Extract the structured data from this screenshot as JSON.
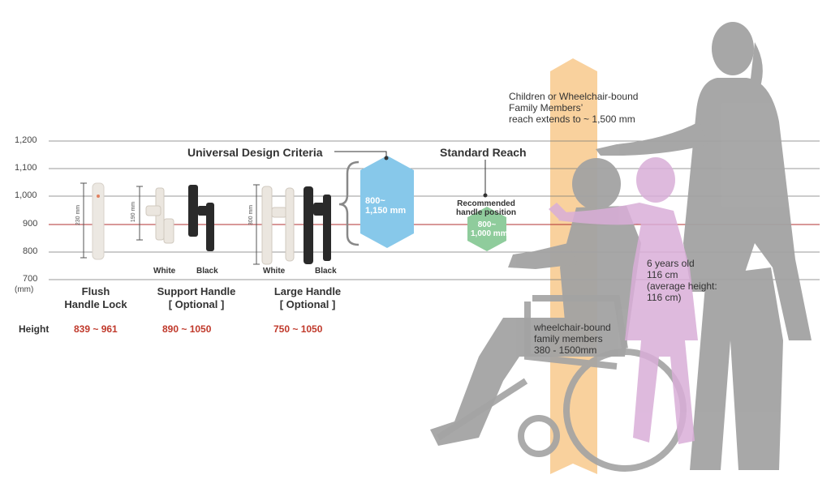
{
  "axis": {
    "ticks": [
      "1,200",
      "1,100",
      "1,000",
      "900",
      "800",
      "700"
    ],
    "unit": "(mm)"
  },
  "titles": {
    "universal": "Universal Design Criteria",
    "standard": "Standard Reach"
  },
  "handles": {
    "flush": {
      "name_line1": "Flush",
      "name_line2": "Handle Lock",
      "dim": "230 mm",
      "range": "839 ~ 961"
    },
    "support": {
      "name_line1": "Support Handle",
      "name_line2": "[ Optional ]",
      "dim": "190 mm",
      "white": "White",
      "black": "Black",
      "range": "890 ~ 1050"
    },
    "large": {
      "name_line1": "Large Handle",
      "name_line2": "[ Optional ]",
      "dim": "300 mm",
      "white": "White",
      "black": "Black",
      "range": "750 ~ 1050"
    }
  },
  "height_label": "Height",
  "universal_hex": {
    "line1": "800~",
    "line2": "1,150 mm"
  },
  "recommended": {
    "label1": "Recommended",
    "label2": "handle position",
    "line1": "800~",
    "line2": "1,000 mm"
  },
  "notes": {
    "children_1": "Children or Wheelchair-bound",
    "children_2": "Family Members’",
    "children_3": "reach extends to ~ 1,500 mm",
    "child_1": "6 years old",
    "child_2": "116 cm",
    "child_3": "(average height:",
    "child_4": "116 cm)",
    "wheel_1": "wheelchair-bound",
    "wheel_2": "family members",
    "wheel_3": "380 - 1500mm"
  },
  "colors": {
    "gridline": "#777777",
    "redline": "#b03030",
    "blue_hex": "#87c8ea",
    "green_hex": "#8fcc9c",
    "orange_band": "#f8c98c",
    "silhouette": "#a3a3a3",
    "pink": "#d9aed8"
  }
}
